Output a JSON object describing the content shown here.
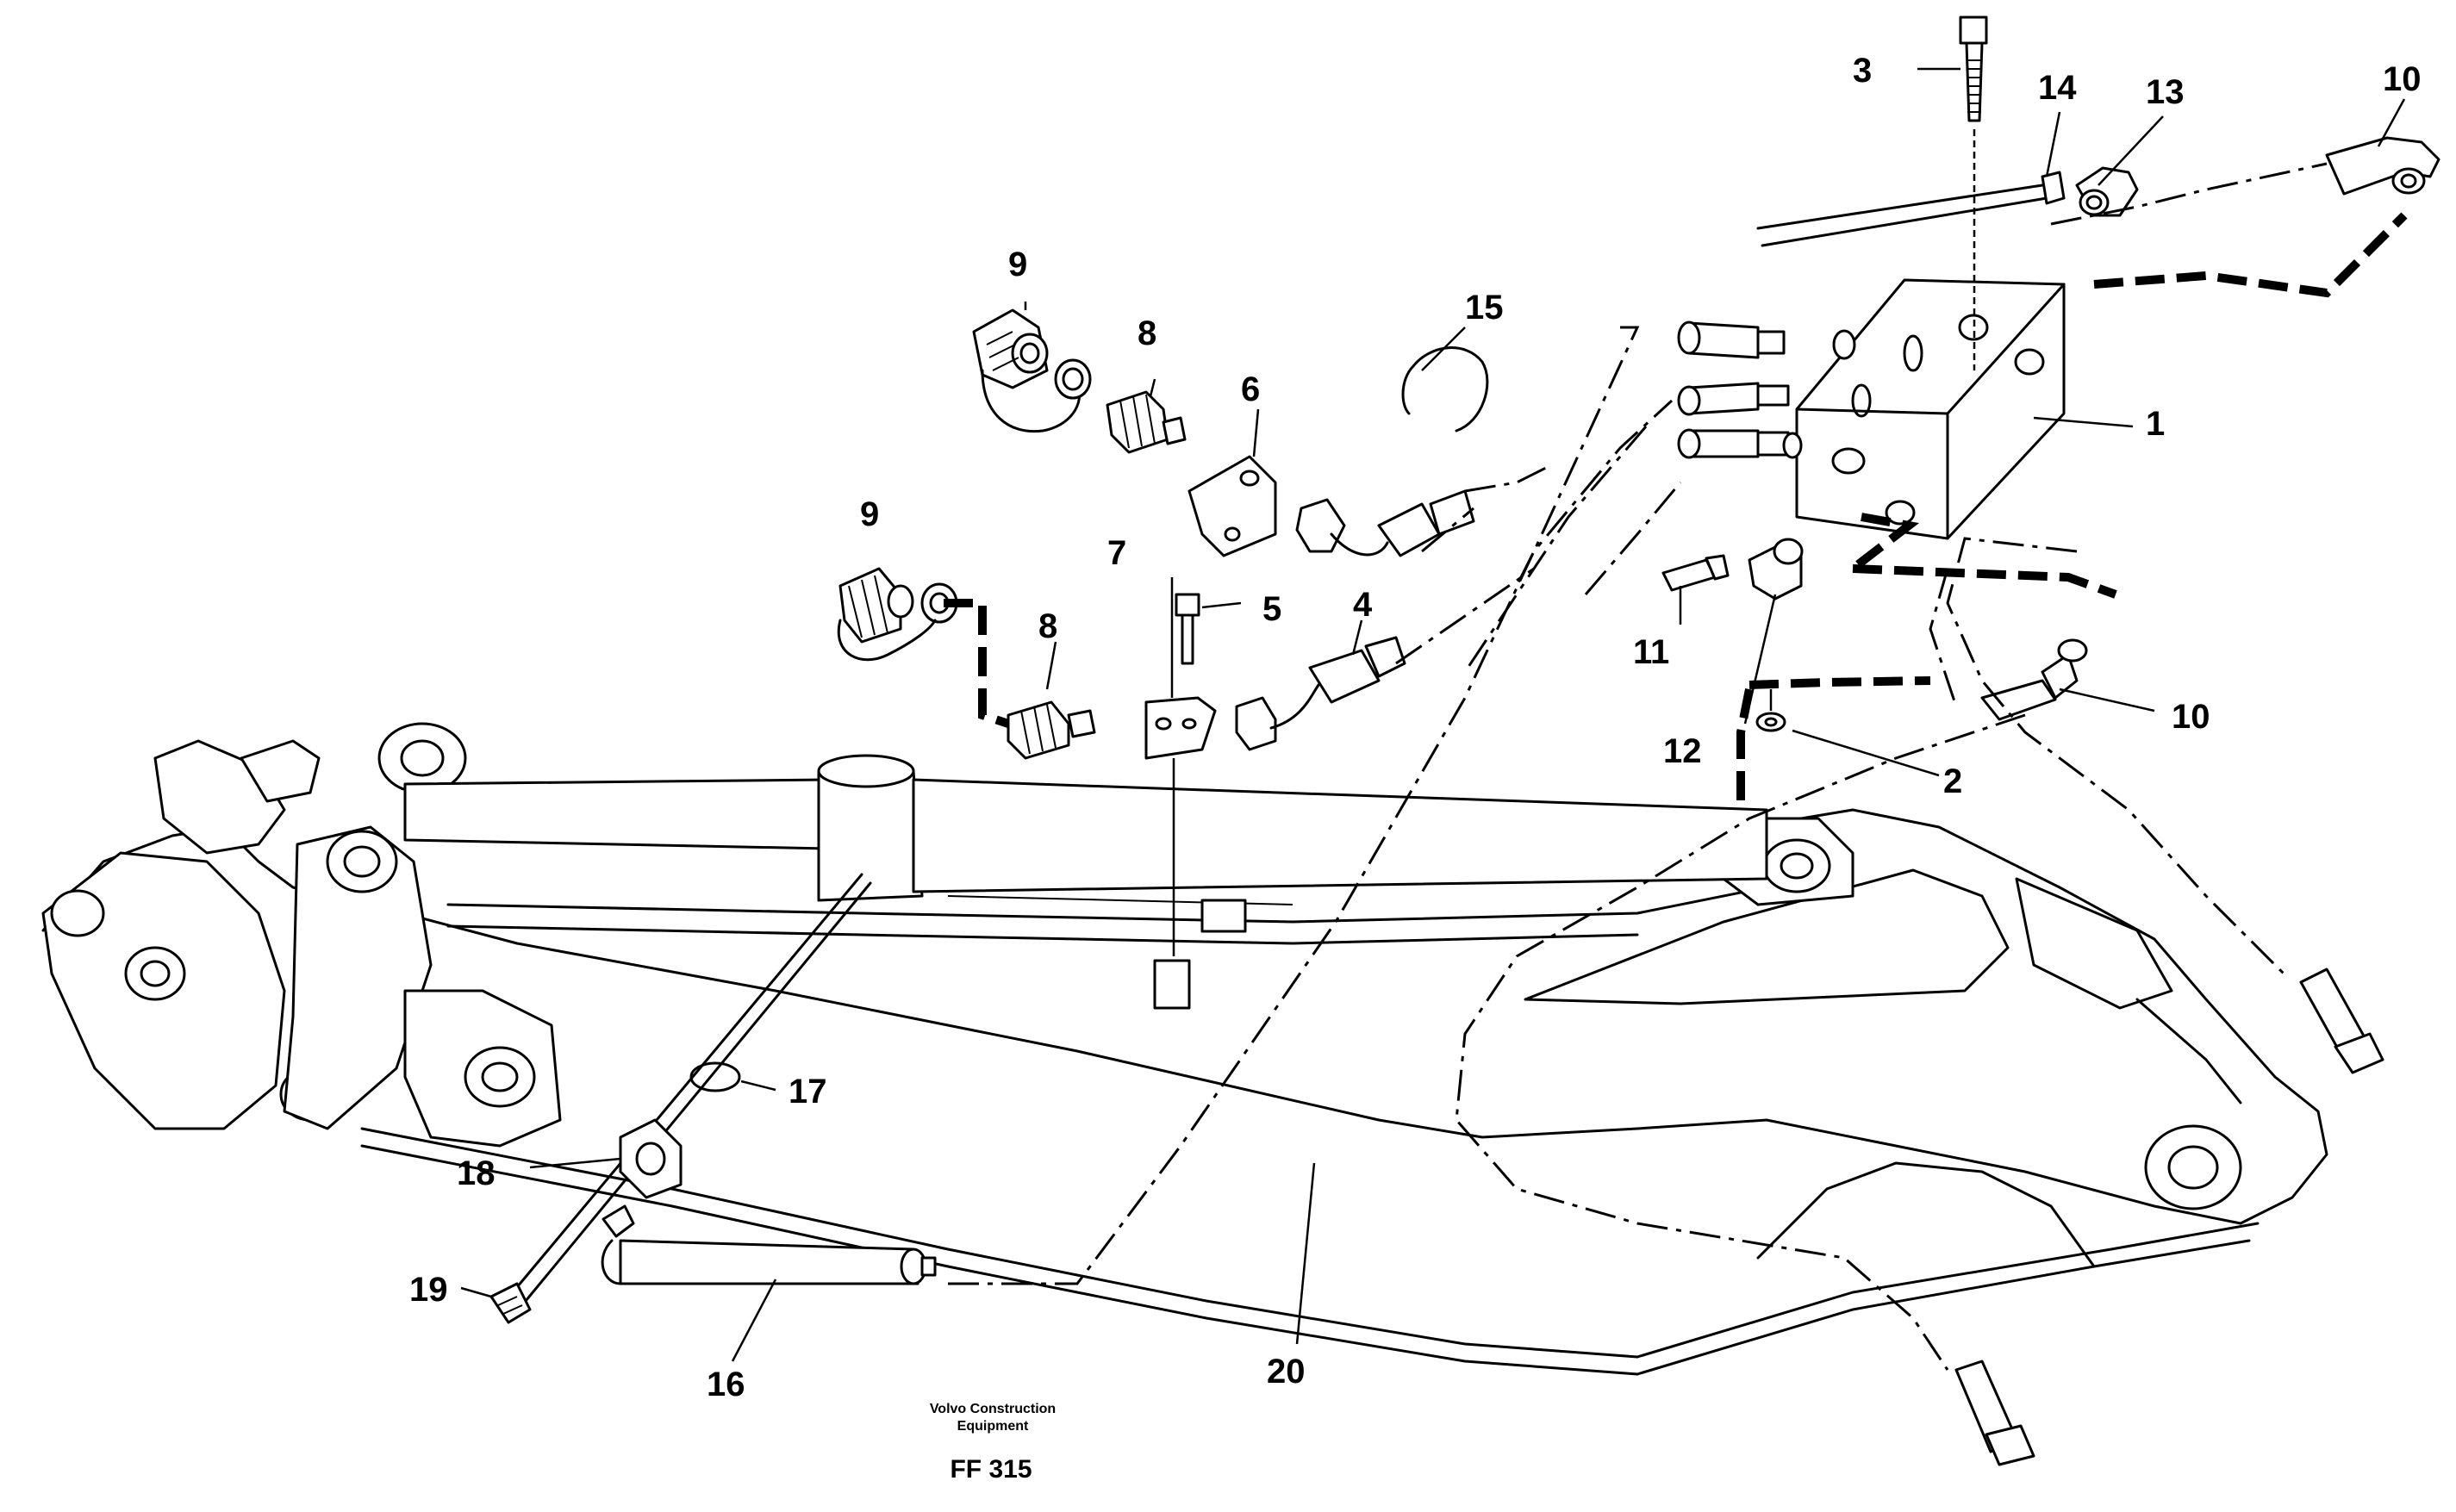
{
  "drawing": {
    "callouts": {
      "c1": "1",
      "c2": "2",
      "c3": "3",
      "c4": "4",
      "c5": "5",
      "c6": "6",
      "c7": "7",
      "c8a": "8",
      "c8b": "8",
      "c9a": "9",
      "c9b": "9",
      "c10a": "10",
      "c10b": "10",
      "c11": "11",
      "c12": "12",
      "c13": "13",
      "c14": "14",
      "c15": "15",
      "c16": "16",
      "c17": "17",
      "c18": "18",
      "c19": "19",
      "c20": "20"
    },
    "credit_line1": "Volvo Construction",
    "credit_line2": "Equipment",
    "figure_code": "FF 315"
  }
}
